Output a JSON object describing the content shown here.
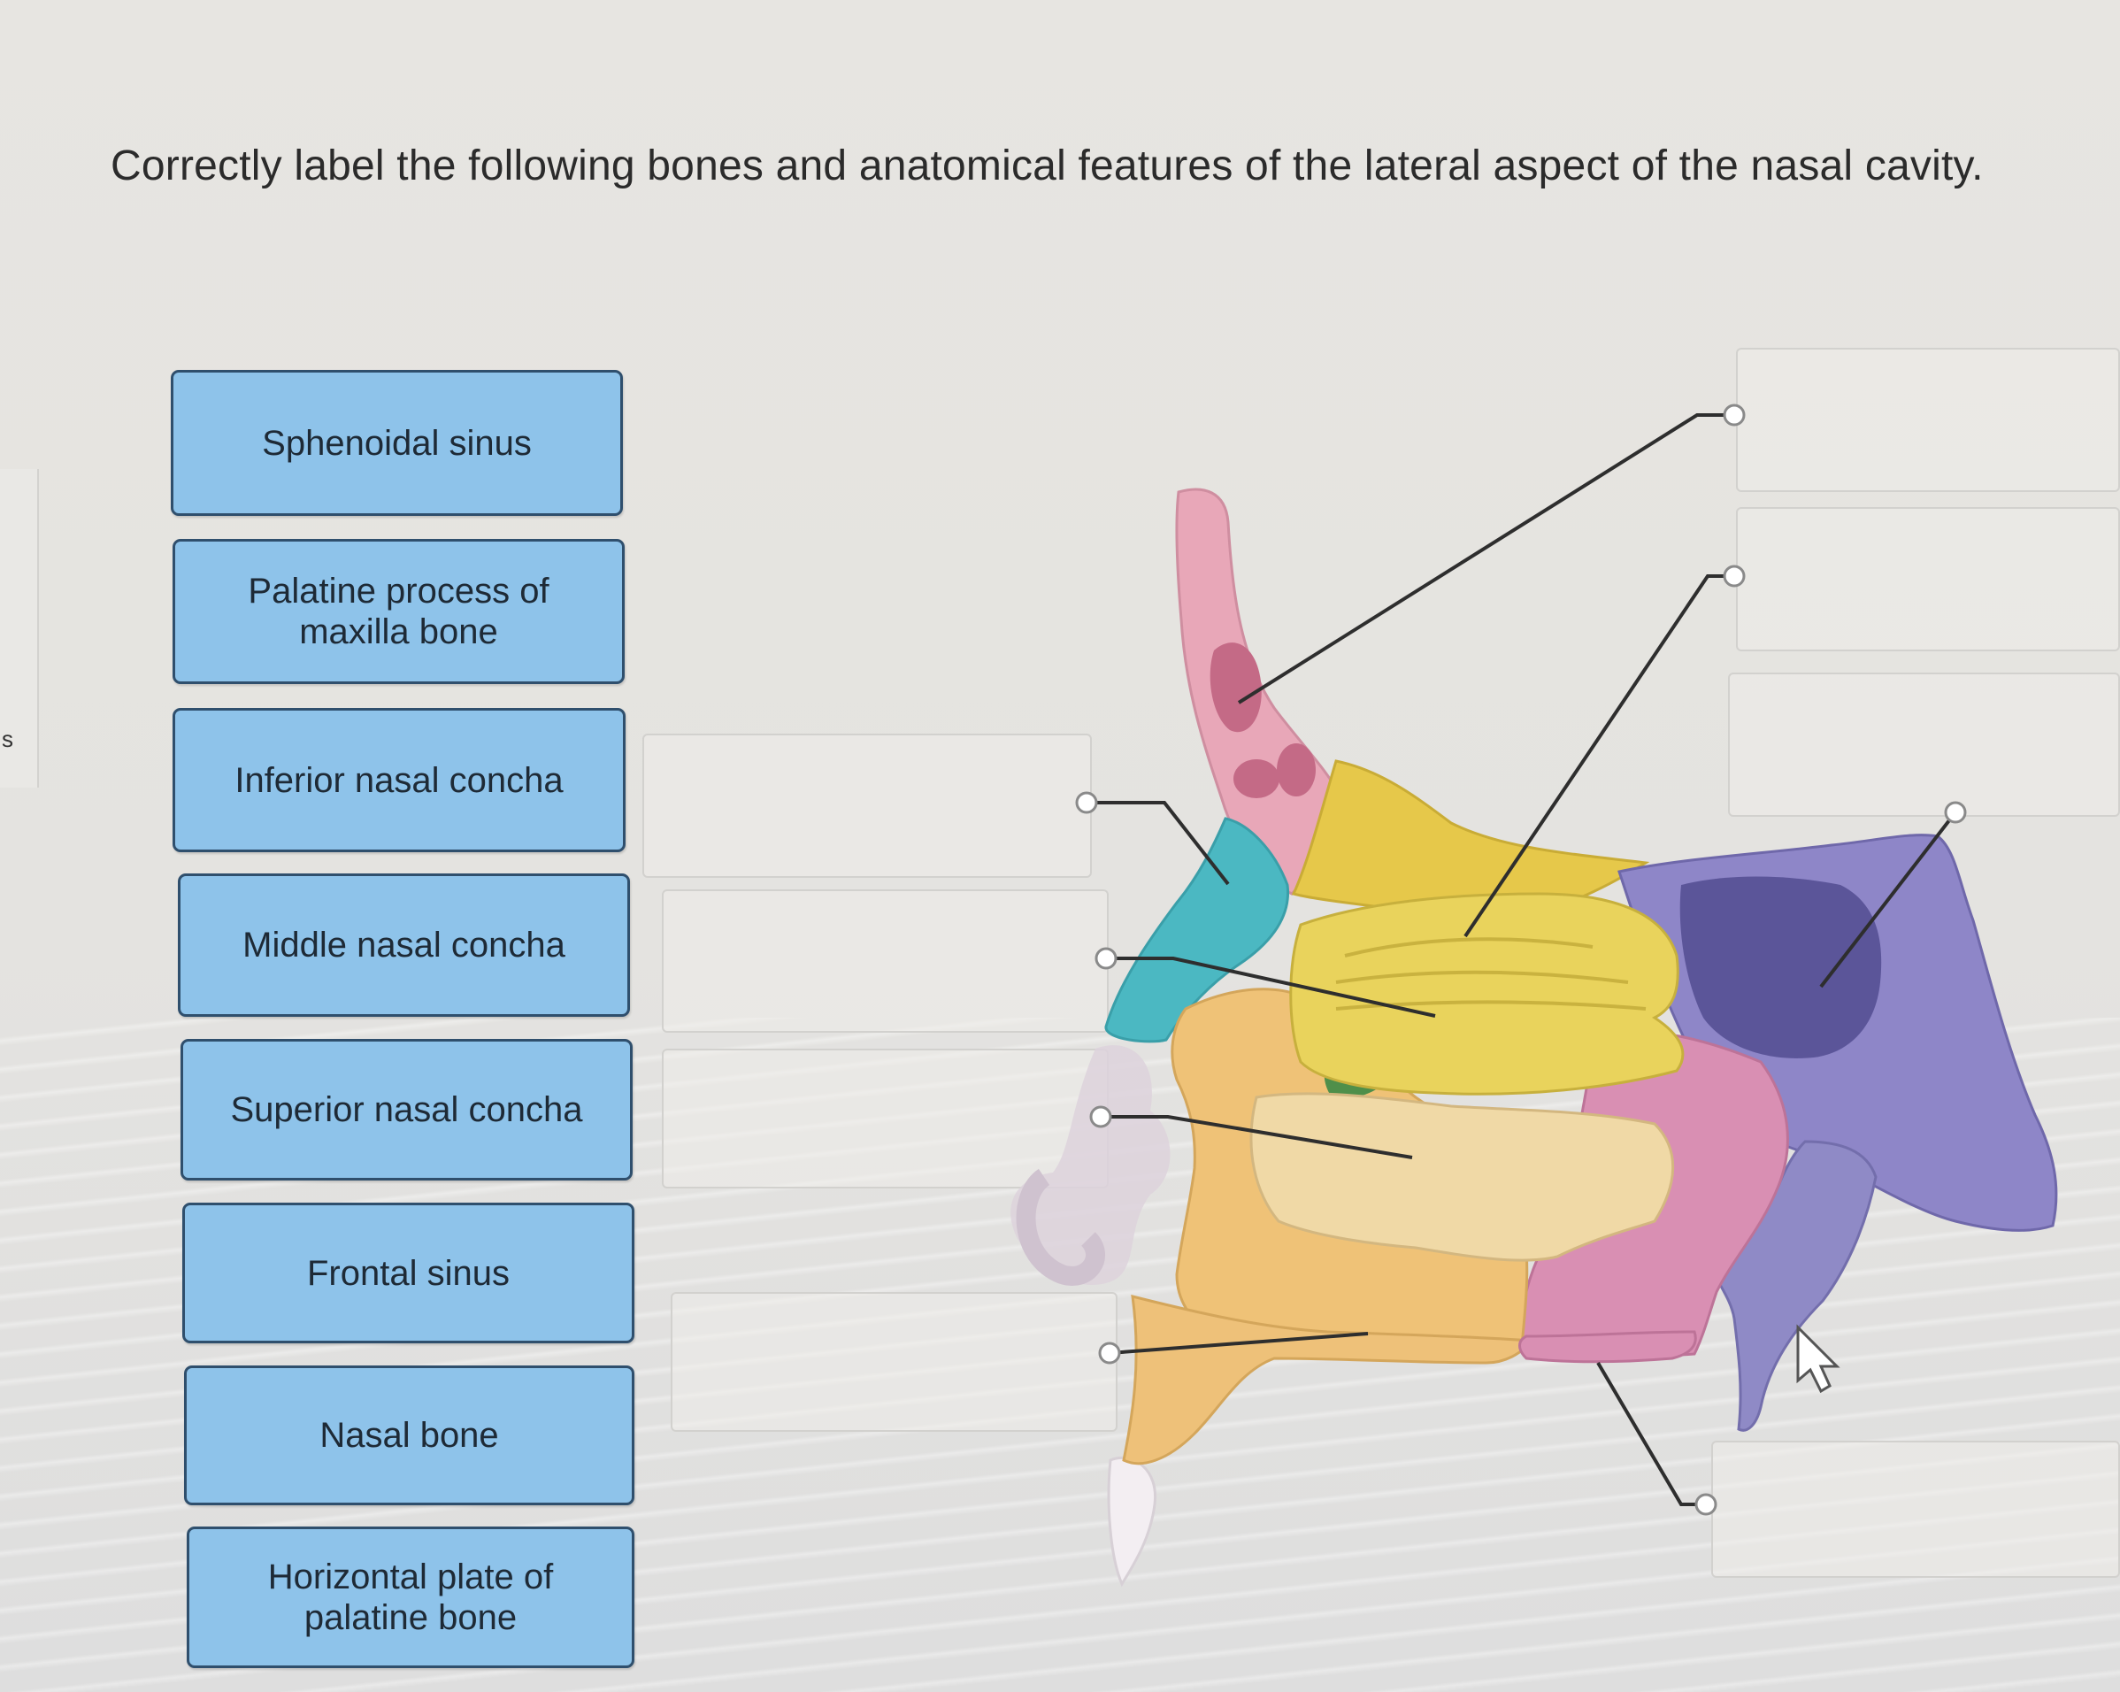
{
  "question": "Correctly label the following bones and anatomical features of the lateral aspect of the nasal cavity.",
  "left_edge_glyph": "s",
  "labels": [
    "Sphenoidal sinus",
    "Palatine process of maxilla bone",
    "Inferior nasal concha",
    "Middle nasal concha",
    "Superior nasal concha",
    "Frontal sinus",
    "Nasal bone",
    "Horizontal plate of palatine bone"
  ],
  "label_lines": [
    [
      "Sphenoidal sinus"
    ],
    [
      "Palatine process of",
      "maxilla bone"
    ],
    [
      "Inferior nasal concha"
    ],
    [
      "Middle nasal concha"
    ],
    [
      "Superior nasal concha"
    ],
    [
      "Frontal sinus"
    ],
    [
      "Nasal bone"
    ],
    [
      "Horizontal plate of",
      "palatine bone"
    ]
  ],
  "colors": {
    "chip_fill": "#8ec3ea",
    "chip_border": "#2f4f6d",
    "frontal_pink": "#e8a7b8",
    "ethmoid_yellow": "#e6c84a",
    "middle_concha_yellow": "#e9d35c",
    "inferior_concha_cream": "#f0d9a6",
    "maxilla_orange": "#efc277",
    "palatine_pink": "#d98fb3",
    "sphenoid_purple": "#8e86c8",
    "nasal_teal": "#4bb8c2"
  }
}
